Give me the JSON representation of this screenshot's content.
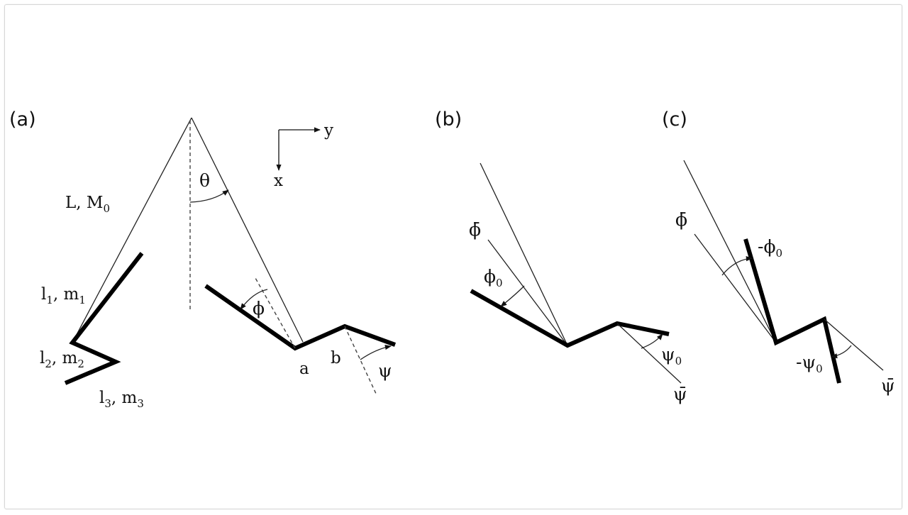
{
  "panels": {
    "a": "(a)",
    "b": "(b)",
    "c": "(c)"
  },
  "axes": {
    "y": "y",
    "x": "x"
  },
  "panel_a": {
    "theta": "θ",
    "phi": "ϕ",
    "psi": "ψ",
    "a": "a",
    "b": "b",
    "L_M0": {
      "main": "L, M",
      "sub": "0"
    },
    "l1_m1": {
      "l": "l",
      "l_sub": "1",
      "m": ", m",
      "m_sub": "1"
    },
    "l2_m2": {
      "l": "l",
      "l_sub": "2",
      "m": ", m",
      "m_sub": "2"
    },
    "l3_m3": {
      "l": "l",
      "l_sub": "3",
      "m": ", m",
      "m_sub": "3"
    }
  },
  "panel_b": {
    "phi_bar": "ϕ̄",
    "phi0": {
      "main": "ϕ",
      "sub": "0"
    },
    "psi0": {
      "main": "ψ",
      "sub": "0"
    },
    "psi_bar": "ψ̄"
  },
  "panel_c": {
    "phi_bar": "ϕ̄",
    "neg_phi0": {
      "main": "-ϕ",
      "sub": "0"
    },
    "neg_psi0": {
      "main": "-ψ",
      "sub": "0"
    },
    "psi_bar": "ψ̄"
  }
}
